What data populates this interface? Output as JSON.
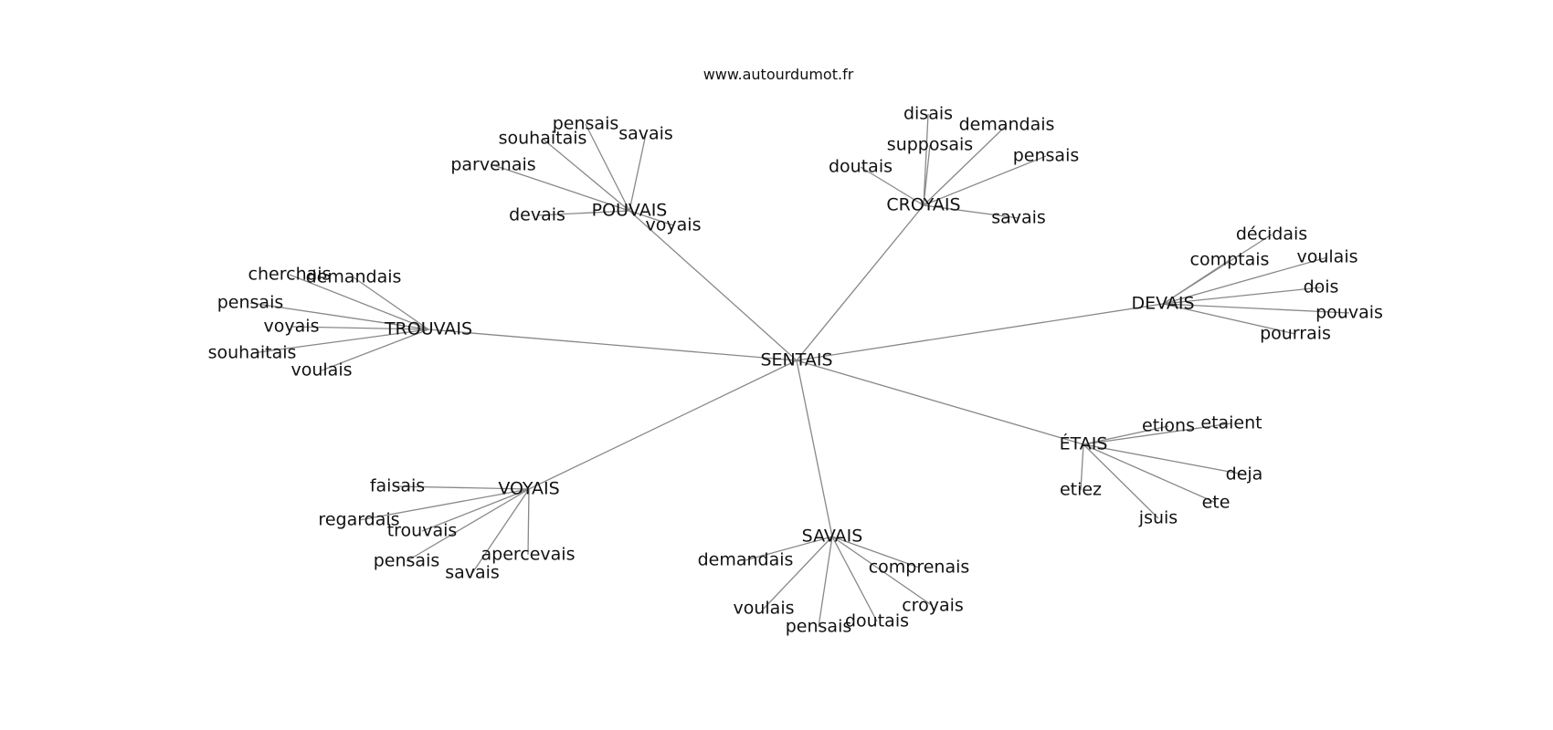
{
  "site": "www.autourdumot.fr",
  "center": "SENTAIS",
  "hubs": [
    {
      "label": "POUVAIS",
      "leaves": [
        "pensais",
        "souhaitais",
        "savais",
        "parvenais",
        "devais",
        "voyais"
      ]
    },
    {
      "label": "CROYAIS",
      "leaves": [
        "disais",
        "demandais",
        "supposais",
        "pensais",
        "doutais",
        "savais"
      ]
    },
    {
      "label": "DEVAIS",
      "leaves": [
        "décidais",
        "comptais",
        "voulais",
        "dois",
        "pouvais",
        "pourrais"
      ]
    },
    {
      "label": "TROUVAIS",
      "leaves": [
        "cherchais",
        "demandais",
        "pensais",
        "voyais",
        "souhaitais",
        "voulais"
      ]
    },
    {
      "label": "ÉTAIS",
      "leaves": [
        "etions",
        "etaient",
        "deja",
        "ete",
        "etiez",
        "jsuis"
      ]
    },
    {
      "label": "VOYAIS",
      "leaves": [
        "faisais",
        "regardais",
        "trouvais",
        "apercevais",
        "pensais",
        "savais"
      ]
    },
    {
      "label": "SAVAIS",
      "leaves": [
        "demandais",
        "comprenais",
        "croyais",
        "voulais",
        "doutais",
        "pensais"
      ]
    }
  ]
}
